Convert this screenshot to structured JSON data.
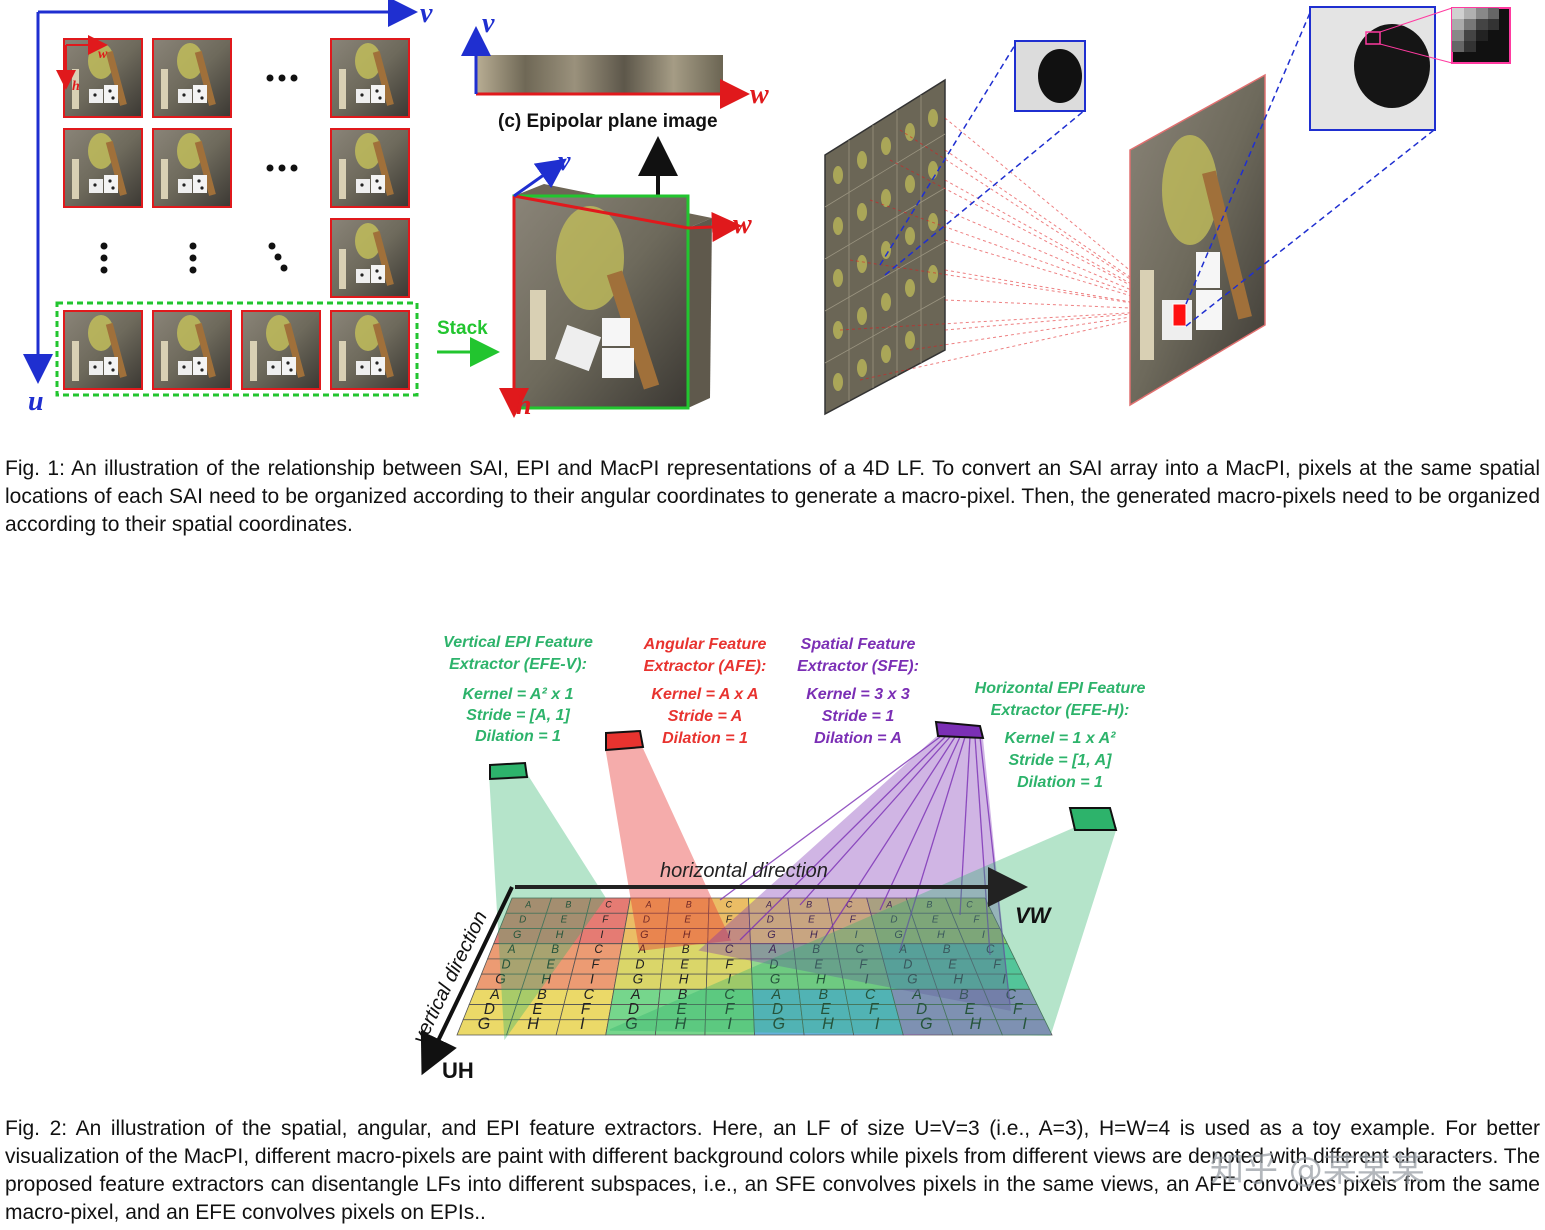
{
  "fig1": {
    "axis_v": "v",
    "axis_u": "u",
    "axis_w_small": "w",
    "axis_h_small": "h",
    "stack_label": "Stack",
    "epi_label": "(c) Epipolar plane image",
    "epi_axis_v": "v",
    "epi_axis_w": "w",
    "cube_axis_v": "v",
    "cube_axis_w": "w",
    "cube_axis_h": "h",
    "caption": "Fig. 1: An illustration of the relationship between SAI, EPI and MacPI representations of a 4D LF. To convert an SAI array into a MacPI, pixels at the same spatial locations of each SAI need to be organized according to their angular coordinates to generate a macro-pixel. Then, the generated macro-pixels need to be organized according to their spatial coordinates."
  },
  "fig2": {
    "efe_v": {
      "title1": "Vertical EPI Feature",
      "title2": "Extractor (EFE-V):",
      "kernel": "Kernel = A² x 1",
      "stride": "Stride = [A, 1]",
      "dilation": "Dilation = 1"
    },
    "afe": {
      "title1": "Angular Feature",
      "title2": "Extractor (AFE):",
      "kernel": "Kernel = A x A",
      "stride": "Stride = A",
      "dilation": "Dilation = 1"
    },
    "sfe": {
      "title1": "Spatial Feature",
      "title2": "Extractor (SFE):",
      "kernel": "Kernel = 3 x 3",
      "stride": "Stride = 1",
      "dilation": "Dilation = A"
    },
    "efe_h": {
      "title1": "Horizontal EPI Feature",
      "title2": "Extractor (EFE-H):",
      "kernel": "Kernel = 1 x A²",
      "stride": "Stride = [1, A]",
      "dilation": "Dilation = 1"
    },
    "horizontal_label": "horizontal direction",
    "vertical_label": "vertical direction",
    "axis_vw": "VW",
    "axis_uh": "UH",
    "grid_chars": [
      [
        "A",
        "B",
        "C"
      ],
      [
        "D",
        "E",
        "F"
      ],
      [
        "G",
        "H",
        "I"
      ]
    ],
    "colors": {
      "efe": "#2db36b",
      "afe": "#e8332f",
      "sfe": "#7b2fb5"
    },
    "caption": "Fig. 2: An illustration of the spatial, angular, and EPI feature extractors. Here, an LF of size U=V=3 (i.e., A=3), H=W=4 is used as a toy example. For better visualization of the MacPI, different macro-pixels are paint with different background colors while pixels from different views are denoted with different characters. The proposed feature extractors can disentangle LFs into different subspaces, i.e., an SFE convolves pixels in the same views, an AFE convolves pixels from the same macro-pixel, and an EFE convolves pixels on EPIs.."
  },
  "watermark": "知乎 @某某某"
}
